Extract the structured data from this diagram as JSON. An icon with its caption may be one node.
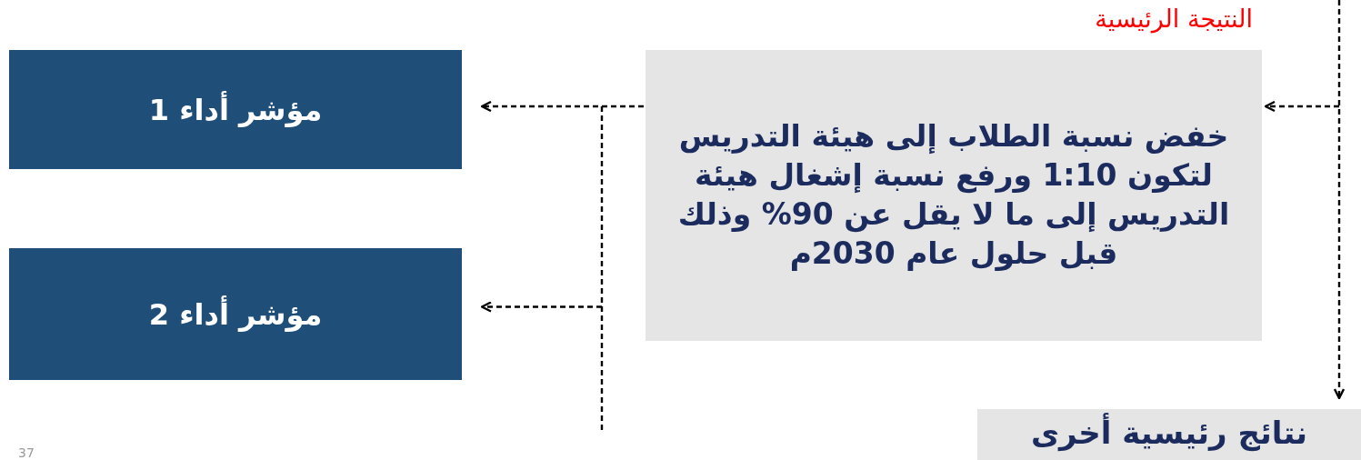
{
  "diagram": {
    "nodes": [
      {
        "text": [
          "النتيجة الرئيسية",
          "خفض نسبة الطلاب إلى هيئة التدريس لتكون 1:10 ورفع نسبة إشغال هيئة التدريس إلى ما لا يقل عن 90% وذلك قبل حلول عام 2030م"
        ]
      },
      {
        "text": [
          "مؤشر أداء 1"
        ]
      },
      {
        "text": [
          "مؤشر أداء 2"
        ]
      },
      {
        "text": [
          "نتائج رئيسية أخرى"
        ]
      }
    ],
    "edges": [
      {
        "from": 0,
        "to": 1,
        "arrow": "to",
        "style": "dashed"
      },
      {
        "from": 0,
        "to": 2,
        "arrow": "to",
        "style": "dashed"
      },
      {
        "from": null,
        "to": 0,
        "arrow": "to",
        "style": "dashed"
      },
      {
        "from": null,
        "to": 3,
        "arrow": "to",
        "style": "dashed"
      }
    ],
    "labels": [
      "37"
    ]
  }
}
